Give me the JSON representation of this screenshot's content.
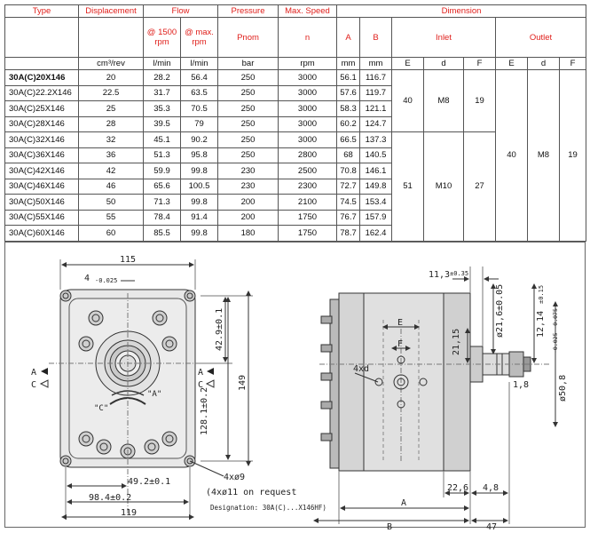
{
  "table": {
    "headers": {
      "type": "Type",
      "displacement": "Displacement",
      "flow": "Flow",
      "pressure": "Pressure",
      "max_speed": "Max. Speed",
      "dimension": "Dimension"
    },
    "subheaders": {
      "flow_1500": "@ 1500 rpm",
      "flow_max": "@ max. rpm",
      "pnom": "Pnom",
      "n": "n",
      "A": "A",
      "B": "B",
      "inlet": "Inlet",
      "outlet": "Outlet"
    },
    "units": {
      "displacement": "cm³/rev",
      "flow1": "l/min",
      "flow2": "l/min",
      "pressure": "bar",
      "speed": "rpm",
      "A": "mm",
      "B": "mm",
      "inlet_E": "E",
      "inlet_d": "d",
      "inlet_F": "F",
      "outlet_E": "E",
      "outlet_d": "d",
      "outlet_F": "F"
    },
    "rows": [
      {
        "type": "30A(C)20X146",
        "disp": "20",
        "f1": "28.2",
        "f2": "56.4",
        "p": "250",
        "n": "3000",
        "A": "56.1",
        "B": "116.7"
      },
      {
        "type": "30A(C)22.2X146",
        "disp": "22.5",
        "f1": "31.7",
        "f2": "63.5",
        "p": "250",
        "n": "3000",
        "A": "57.6",
        "B": "119.7"
      },
      {
        "type": "30A(C)25X146",
        "disp": "25",
        "f1": "35.3",
        "f2": "70.5",
        "p": "250",
        "n": "3000",
        "A": "58.3",
        "B": "121.1"
      },
      {
        "type": "30A(C)28X146",
        "disp": "28",
        "f1": "39.5",
        "f2": "79",
        "p": "250",
        "n": "3000",
        "A": "60.2",
        "B": "124.7"
      },
      {
        "type": "30A(C)32X146",
        "disp": "32",
        "f1": "45.1",
        "f2": "90.2",
        "p": "250",
        "n": "3000",
        "A": "66.5",
        "B": "137.3"
      },
      {
        "type": "30A(C)36X146",
        "disp": "36",
        "f1": "51.3",
        "f2": "95.8",
        "p": "250",
        "n": "2800",
        "A": "68",
        "B": "140.5"
      },
      {
        "type": "30A(C)42X146",
        "disp": "42",
        "f1": "59.9",
        "f2": "99.8",
        "p": "230",
        "n": "2500",
        "A": "70.8",
        "B": "146.1"
      },
      {
        "type": "30A(C)46X146",
        "disp": "46",
        "f1": "65.6",
        "f2": "100.5",
        "p": "230",
        "n": "2300",
        "A": "72.7",
        "B": "149.8"
      },
      {
        "type": "30A(C)50X146",
        "disp": "50",
        "f1": "71.3",
        "f2": "99.8",
        "p": "200",
        "n": "2100",
        "A": "74.5",
        "B": "153.4"
      },
      {
        "type": "30A(C)55X146",
        "disp": "55",
        "f1": "78.4",
        "f2": "91.4",
        "p": "200",
        "n": "1750",
        "A": "76.7",
        "B": "157.9"
      },
      {
        "type": "30A(C)60X146",
        "disp": "60",
        "f1": "85.5",
        "f2": "99.8",
        "p": "180",
        "n": "1750",
        "A": "78.7",
        "B": "162.4"
      }
    ],
    "inlet_group1": {
      "E": "40",
      "d": "M8",
      "F": "19"
    },
    "inlet_group2": {
      "E": "51",
      "d": "M10",
      "F": "27"
    },
    "outlet_group": {
      "E": "40",
      "d": "M8",
      "F": "19"
    }
  },
  "drawing": {
    "front": {
      "w115": "115",
      "w4": "4",
      "w4tol": "-0.025",
      "d42_9": "42.9±0.1",
      "d128": "128.1±0.2",
      "d149": "149",
      "d49": "49.2±0.1",
      "d98": "98.4±0.2",
      "d119": "119",
      "holes": "4xø9",
      "holes_req": "(4xø11 on request",
      "designation": "Designation: 30A(C)...X146HF)",
      "label_A": "A",
      "label_C": "C",
      "rot_c": "\"C\"",
      "rot_a": "\"A\""
    },
    "side": {
      "d11_3": "11,3",
      "d11_3tol": "±0.35",
      "d21_6": "ø21,6±0.05",
      "d12_14": "12,14",
      "d12_14tol": "±0.15",
      "d21_15": "21,15",
      "d50_8": "ø50,8",
      "d50_8tol": "-0.025 -0.075",
      "d1_8": "1,8",
      "d4xd": "4xd",
      "d22_6": "22,6",
      "d4_8": "4,8",
      "dA": "A",
      "dB": "B",
      "d47": "47",
      "dE": "E",
      "dF": "F"
    }
  }
}
